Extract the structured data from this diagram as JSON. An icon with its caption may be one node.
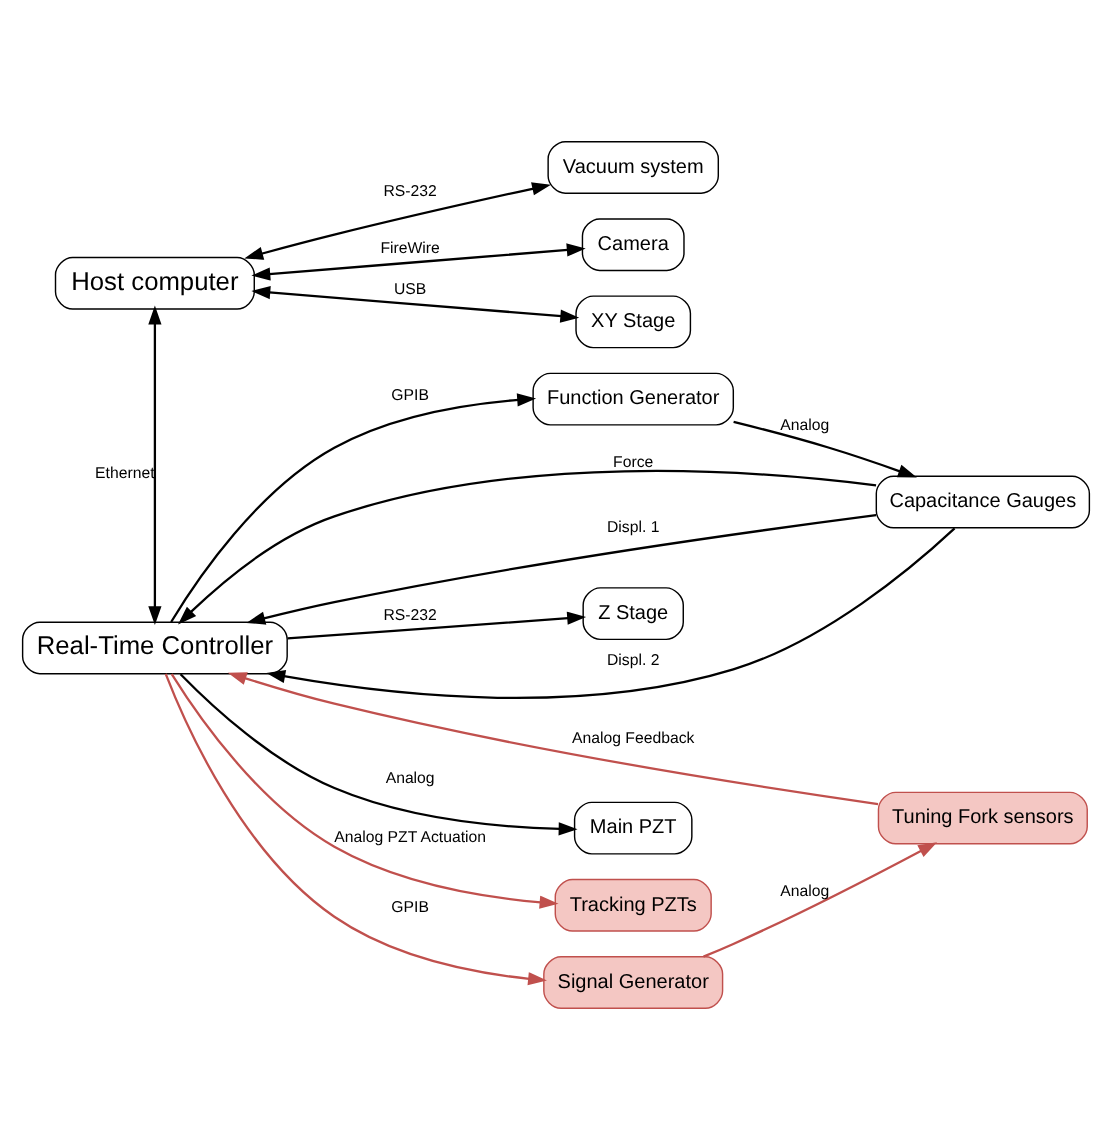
{
  "diagram": {
    "nodes": [
      {
        "text": [
          "Host computer"
        ]
      },
      {
        "text": [
          "Vacuum system"
        ]
      },
      {
        "text": [
          "Camera"
        ]
      },
      {
        "text": [
          "XY Stage"
        ]
      },
      {
        "text": [
          "Real-Time Controller"
        ]
      },
      {
        "text": [
          "Z Stage"
        ]
      },
      {
        "text": [
          "Function Generator"
        ]
      },
      {
        "text": [
          "Signal Generator"
        ]
      },
      {
        "text": [
          "Capacitance Gauges"
        ]
      },
      {
        "text": [
          "Tuning Fork sensors"
        ]
      },
      {
        "text": [
          "Main PZT"
        ]
      },
      {
        "text": [
          "Tracking PZTs"
        ]
      }
    ],
    "edges": [
      {
        "from": 0,
        "to": 1,
        "arrow": "both",
        "label": "RS-232"
      },
      {
        "from": 0,
        "to": 2,
        "arrow": "both",
        "label": "FireWire"
      },
      {
        "from": 0,
        "to": 3,
        "arrow": "both",
        "label": "USB"
      },
      {
        "from": 0,
        "to": 4,
        "arrow": "both",
        "label": "Ethernet"
      },
      {
        "from": 4,
        "to": 5,
        "arrow": "to",
        "label": "RS-232"
      },
      {
        "from": 4,
        "to": 6,
        "arrow": "to",
        "label": "GPIB"
      },
      {
        "from": 6,
        "to": 8,
        "arrow": "to",
        "label": "Analog"
      },
      {
        "from": 8,
        "to": 4,
        "arrow": "to",
        "label": "Force"
      },
      {
        "from": 8,
        "to": 4,
        "arrow": "to",
        "label": "Displ. 1"
      },
      {
        "from": 8,
        "to": 4,
        "arrow": "to",
        "label": "Displ. 2"
      },
      {
        "from": 4,
        "to": 10,
        "arrow": "to",
        "label": "Analog"
      },
      {
        "from": 4,
        "to": 7,
        "arrow": "to",
        "label": "GPIB",
        "color": "#c0504d"
      },
      {
        "from": 7,
        "to": 9,
        "arrow": "to",
        "label": "Analog",
        "color": "#c0504d"
      },
      {
        "from": 9,
        "to": 4,
        "arrow": "to",
        "label": "Analog Feedback",
        "color": "#c0504d"
      },
      {
        "from": 4,
        "to": 11,
        "arrow": "to",
        "label": "Analog PZT Actuation",
        "color": "#c0504d"
      }
    ]
  }
}
